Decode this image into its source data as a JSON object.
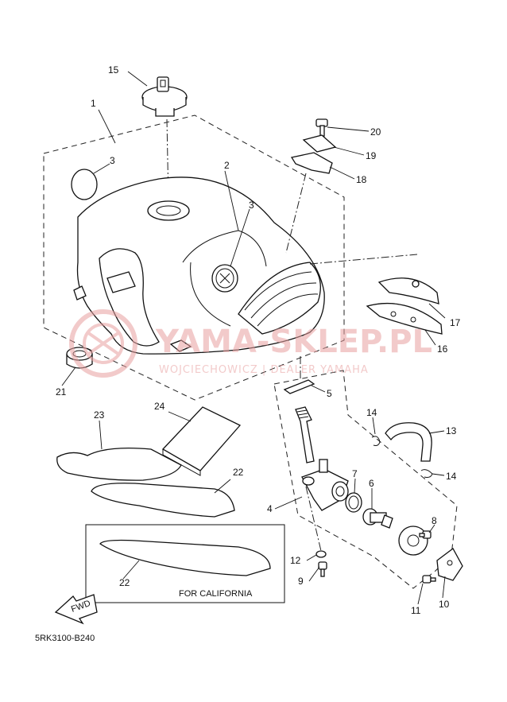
{
  "watermark": {
    "brand": "YAMA-SKLEP.PL",
    "tagline": "WOJCIECHOWICZ | DEALER YAMAHA",
    "color": "#e8a0a0"
  },
  "diagram_code": "5RK3100-B240",
  "california_box_label": "FOR CALIFORNIA",
  "fwd_arrow_label": "FWD",
  "callouts": {
    "c1": "1",
    "c2": "2",
    "c3a": "3",
    "c3b": "3",
    "c4": "4",
    "c5": "5",
    "c6": "6",
    "c7": "7",
    "c8": "8",
    "c9": "9",
    "c10": "10",
    "c11": "11",
    "c12": "12",
    "c13": "13",
    "c14a": "14",
    "c14b": "14",
    "c15": "15",
    "c16": "16",
    "c17": "17",
    "c18": "18",
    "c19": "19",
    "c20": "20",
    "c21": "21",
    "c22a": "22",
    "c22b": "22",
    "c23": "23",
    "c24": "24"
  }
}
